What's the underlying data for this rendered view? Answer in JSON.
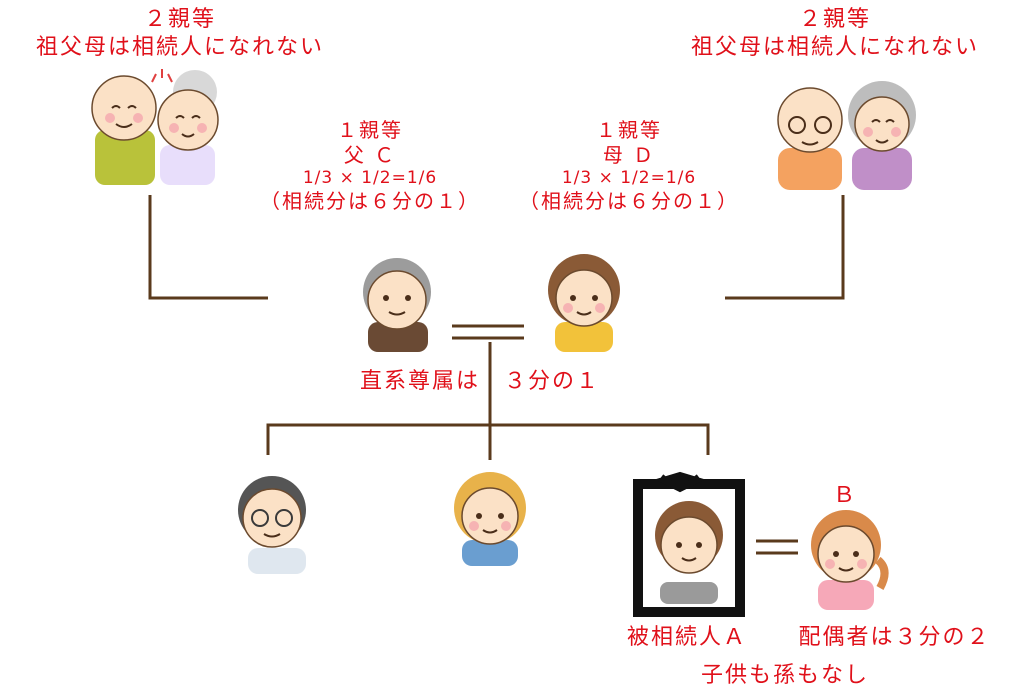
{
  "grandparents_left": {
    "degree": "２親等",
    "note": "祖父母は相続人になれない"
  },
  "grandparents_right": {
    "degree": "２親等",
    "note": "祖父母は相続人になれない"
  },
  "father": {
    "degree": "１親等",
    "name": "父 Ｃ",
    "calc": "1/3 × 1/2=1/6",
    "share": "（相続分は６分の１）"
  },
  "mother": {
    "degree": "１親等",
    "name": "母 Ｄ",
    "calc": "1/3 × 1/2=1/6",
    "share": "（相続分は６分の１）"
  },
  "ascendants_share": "直系尊属は　３分の１",
  "deceased": {
    "label": "被相続人Ａ",
    "note": "子供も孫もなし"
  },
  "spouse": {
    "name": "Ｂ",
    "share": "配偶者は３分の２"
  },
  "colors": {
    "text": "#e0101a",
    "line": "#5a3a1c",
    "frame": "#111111"
  }
}
